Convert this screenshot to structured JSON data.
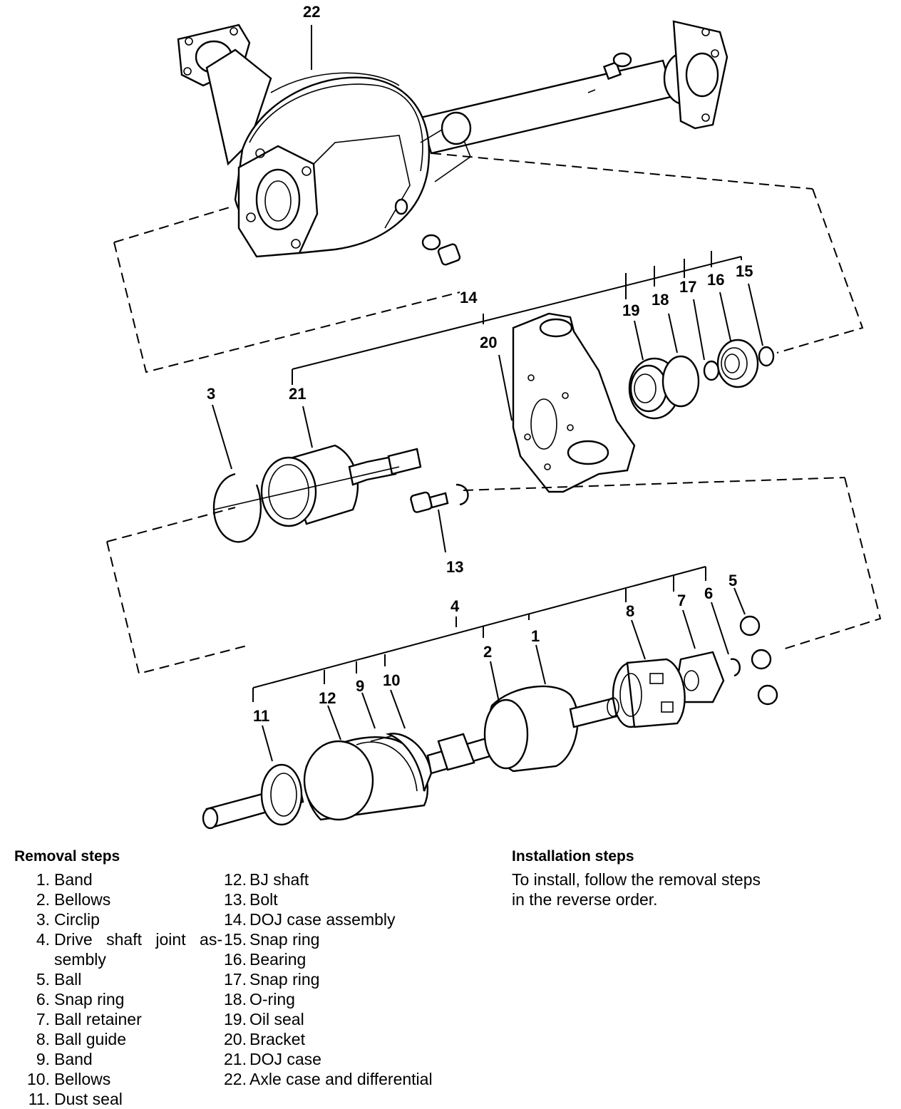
{
  "diagram": {
    "callouts": [
      "1",
      "2",
      "3",
      "4",
      "5",
      "6",
      "7",
      "8",
      "9",
      "10",
      "11",
      "12",
      "13",
      "14",
      "15",
      "16",
      "17",
      "18",
      "19",
      "20",
      "21",
      "22"
    ]
  },
  "legend": {
    "removal_heading": "Removal steps",
    "removal_steps": [
      {
        "num": "1.",
        "text": "Band"
      },
      {
        "num": "2.",
        "text": "Bellows"
      },
      {
        "num": "3.",
        "text": "Circlip"
      },
      {
        "num": "4.",
        "text": "Drive shaft joint as-sembly"
      },
      {
        "num": "5.",
        "text": "Ball"
      },
      {
        "num": "6.",
        "text": "Snap ring"
      },
      {
        "num": "7.",
        "text": "Ball retainer"
      },
      {
        "num": "8.",
        "text": "Ball guide"
      },
      {
        "num": "9.",
        "text": "Band"
      },
      {
        "num": "10.",
        "text": "Bellows"
      },
      {
        "num": "11.",
        "text": "Dust seal"
      },
      {
        "num": "12.",
        "text": "BJ shaft"
      },
      {
        "num": "13.",
        "text": "Bolt"
      },
      {
        "num": "14.",
        "text": "DOJ case assembly"
      },
      {
        "num": "15.",
        "text": "Snap ring"
      },
      {
        "num": "16.",
        "text": "Bearing"
      },
      {
        "num": "17.",
        "text": "Snap ring"
      },
      {
        "num": "18.",
        "text": "O-ring"
      },
      {
        "num": "19.",
        "text": "Oil seal"
      },
      {
        "num": "20.",
        "text": "Bracket"
      },
      {
        "num": "21.",
        "text": "DOJ case"
      },
      {
        "num": "22.",
        "text": "Axle case and differential"
      }
    ],
    "installation_heading": "Installation steps",
    "installation_text": "To install, follow the removal steps in the reverse order."
  }
}
